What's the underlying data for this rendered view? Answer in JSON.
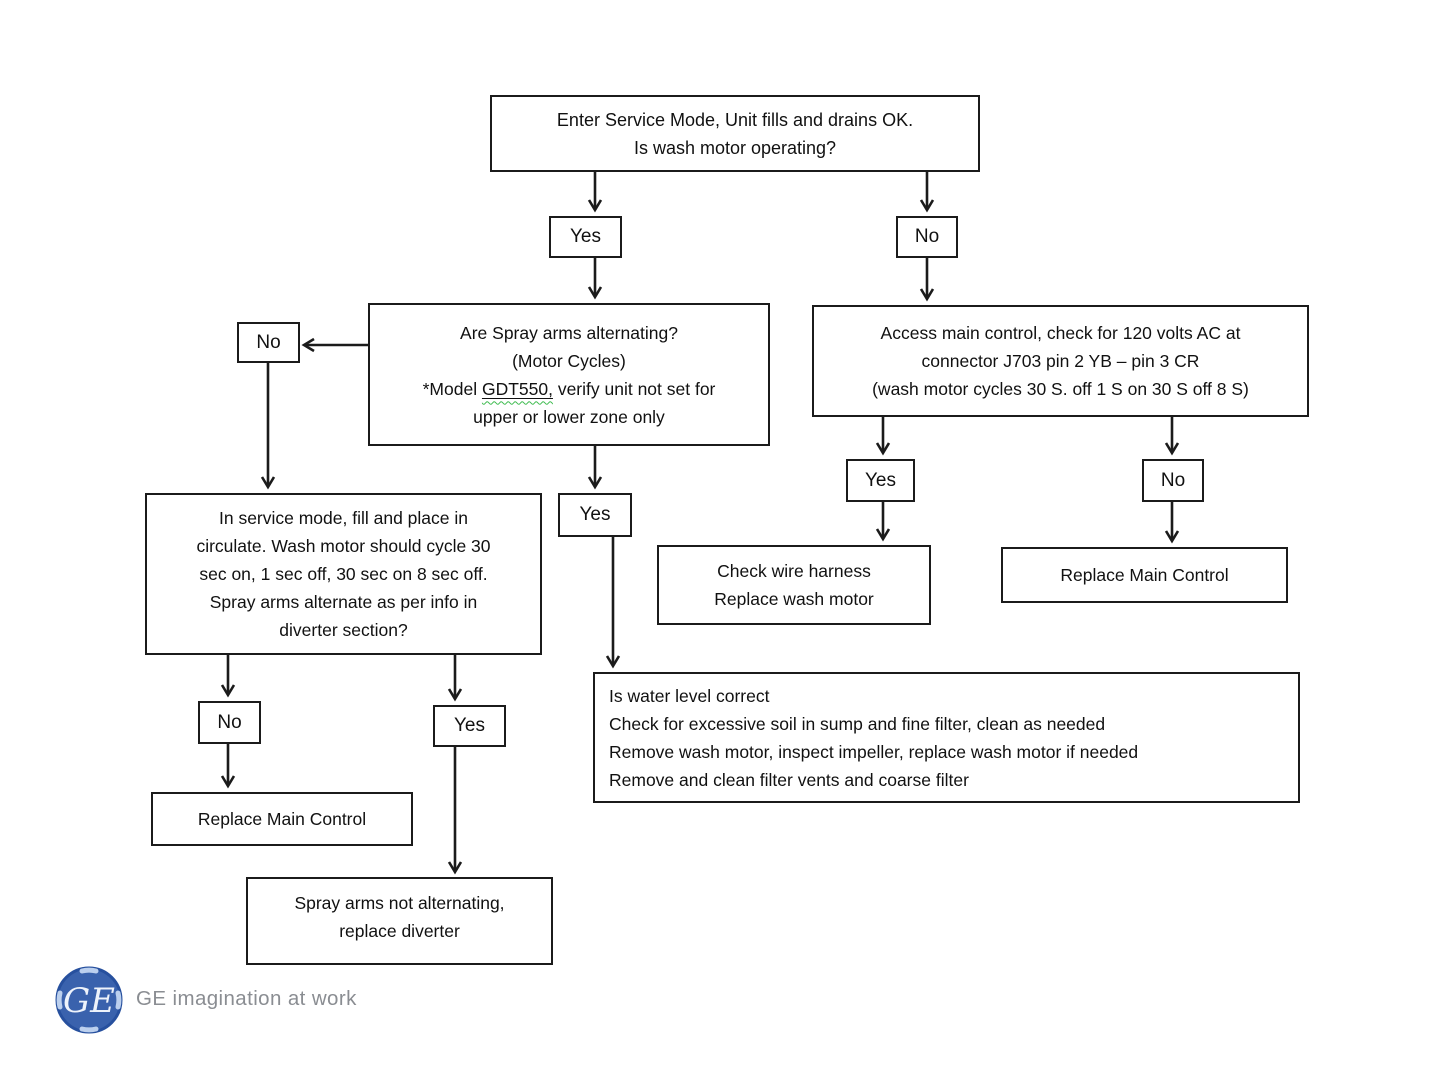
{
  "flow": {
    "start": {
      "lines": [
        "Enter Service Mode, Unit fills and drains OK.",
        "Is wash motor operating?"
      ]
    },
    "yes_motor_operating": {
      "label": "Yes"
    },
    "no_motor_operating": {
      "label": "No"
    },
    "spray_arms": {
      "line1": "Are Spray arms alternating?",
      "line2": "(Motor Cycles)",
      "line3_pre": "*Model ",
      "line3_model": "GDT550,",
      "line3_post": " verify unit not set for",
      "line4": "upper or lower zone only"
    },
    "access_main_control": {
      "lines": [
        "Access main control, check for 120 volts AC at",
        "connector J703 pin 2 YB – pin 3 CR",
        "(wash motor cycles 30 S. off 1 S on 30 S off 8 S)"
      ]
    },
    "no_spray_arms": {
      "label": "No"
    },
    "service_mode_check": {
      "lines": [
        "In service mode, fill and place in",
        "circulate. Wash motor should cycle 30",
        "sec on, 1 sec off, 30 sec on 8 sec off.",
        "Spray arms alternate as per info in",
        "diverter section?"
      ]
    },
    "yes_spray_arms": {
      "label": "Yes"
    },
    "yes_voltage": {
      "label": "Yes"
    },
    "no_voltage": {
      "label": "No"
    },
    "check_wire_harness": {
      "lines": [
        "Check wire harness",
        "Replace wash motor"
      ]
    },
    "replace_main_control_right": {
      "label": "Replace Main Control"
    },
    "no_service_check": {
      "label": "No"
    },
    "yes_service_check": {
      "label": "Yes"
    },
    "replace_main_control_left": {
      "label": "Replace Main Control"
    },
    "replace_diverter": {
      "lines": [
        "Spray arms not alternating,",
        "replace diverter"
      ]
    },
    "water_level": {
      "lines": [
        "Is water level correct",
        "Check for excessive soil in sump and fine filter, clean as needed",
        "Remove wash motor, inspect impeller, replace wash motor if needed",
        "Remove and clean filter vents and coarse filter"
      ]
    }
  },
  "footer": {
    "monogram": "GE",
    "tagline": "GE imagination at work"
  },
  "colors": {
    "line": "#1b1b1b",
    "text": "#111111",
    "ge_blue": "#3a62ad",
    "ge_blue_dark": "#27509e",
    "ge_swirl": "#bcd0ee",
    "tagline_gray": "#8a8d92",
    "squiggle_green": "#3dbb4e"
  }
}
